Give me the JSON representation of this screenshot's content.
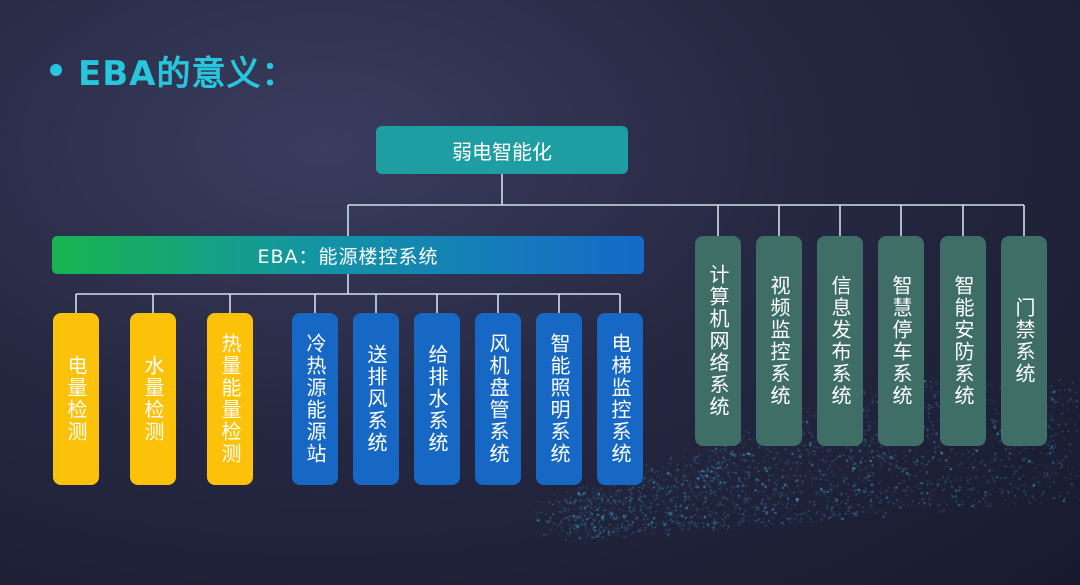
{
  "title": "EBA的意义：",
  "root": {
    "label": "弱电智能化"
  },
  "eba": {
    "label": "EBA：能源楼控系统"
  },
  "eba_children": [
    {
      "label": "电量检测",
      "color": "yellow"
    },
    {
      "label": "水量检测",
      "color": "yellow"
    },
    {
      "label": "热量能量检测",
      "color": "yellow"
    },
    {
      "label": "冷热源能源站",
      "color": "blue"
    },
    {
      "label": "送排风系统",
      "color": "blue"
    },
    {
      "label": "给排水系统",
      "color": "blue"
    },
    {
      "label": "风机盘管系统",
      "color": "blue"
    },
    {
      "label": "智能照明系统",
      "color": "blue"
    },
    {
      "label": "电梯监控系统",
      "color": "blue"
    }
  ],
  "other_systems": [
    {
      "label": "计算机网络系统"
    },
    {
      "label": "视频监控系统"
    },
    {
      "label": "信息发布系统"
    },
    {
      "label": "智慧停车系统"
    },
    {
      "label": "智能安防系统"
    },
    {
      "label": "门禁系统"
    }
  ],
  "colors": {
    "title": "#27c6dc",
    "root": "#1e9ea3",
    "yellow": "#fcc20a",
    "blue": "#1668c4",
    "gray": "#3e6e66",
    "connector": "#cfe0ea"
  }
}
